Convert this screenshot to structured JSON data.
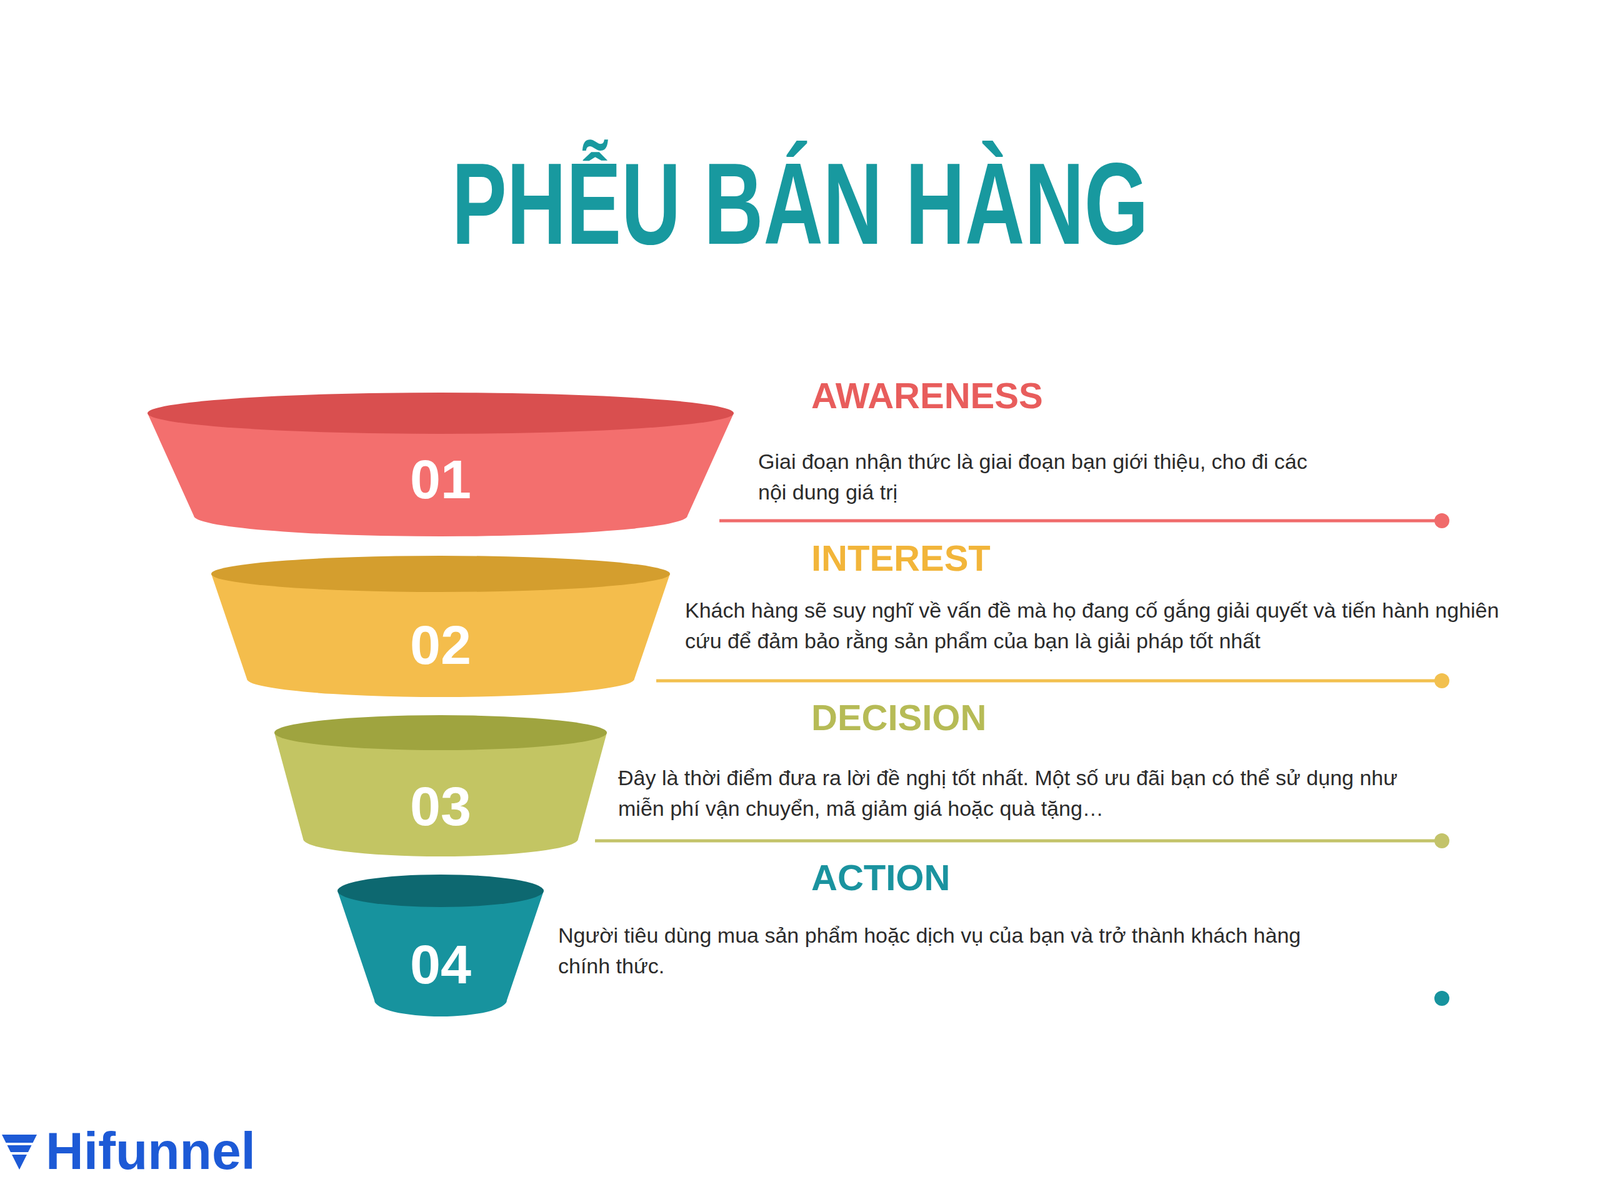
{
  "diagram": {
    "title": "PHỄU BÁN HÀNG",
    "nodes": [
      {
        "text": [
          "01",
          "AWARENESS",
          "Giai đoạn nhận thức là giai đoạn bạn giới thiệu, cho đi các nội dung giá trị"
        ]
      },
      {
        "text": [
          "02",
          "INTEREST",
          "Khách hàng sẽ suy nghĩ về vấn đề mà họ đang cố gắng giải quyết và tiến hành nghiên cứu để đảm bảo rằng sản phẩm của bạn là giải pháp tốt nhất"
        ]
      },
      {
        "text": [
          "03",
          "DECISION",
          "Đây là thời điểm đưa ra lời đề nghị tốt nhất. Một số ưu đãi bạn có thể sử dụng như miễn phí vận chuyển, mã giảm giá hoặc quà tặng…"
        ]
      },
      {
        "text": [
          "04",
          "ACTION",
          "Người tiêu dùng mua sản phẩm hoặc dịch vụ của bạn và trở thành khách hàng chính thức."
        ]
      }
    ],
    "labels": [
      "Hifunnel"
    ]
  }
}
